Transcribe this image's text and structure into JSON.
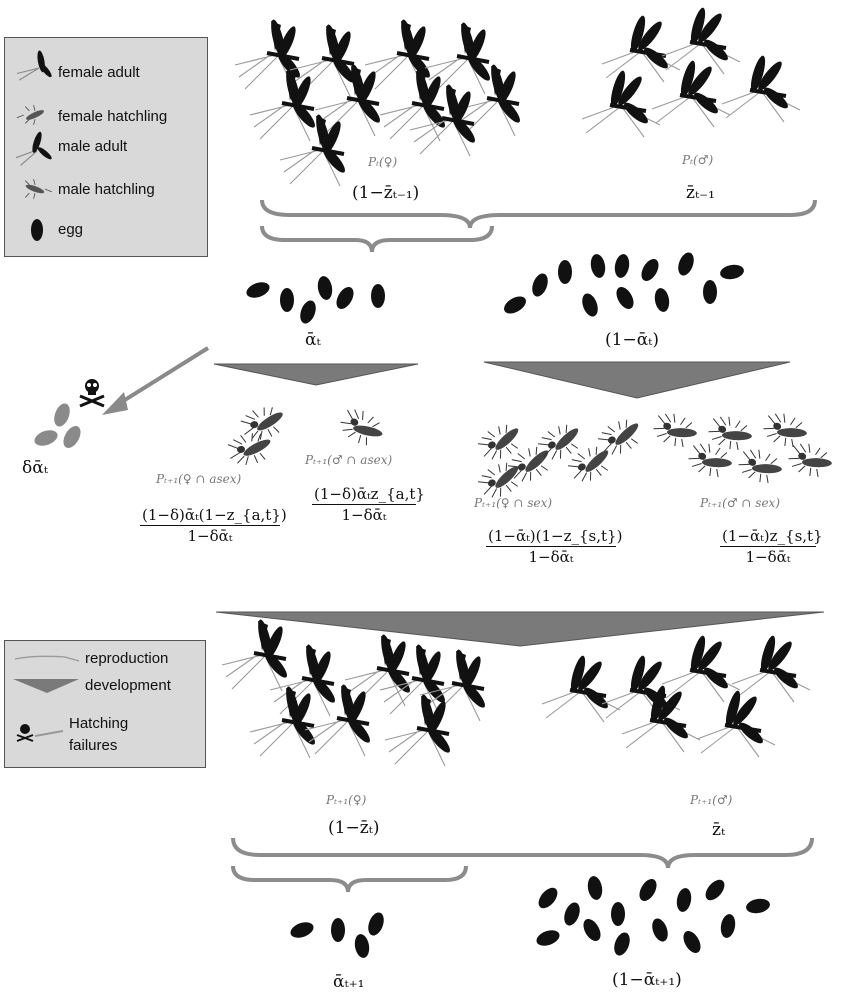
{
  "legend_top": {
    "items": [
      {
        "icon": "female-adult-icon",
        "label": "female adult"
      },
      {
        "icon": "female-hatchling-icon",
        "label": "female hatchling"
      },
      {
        "icon": "male-adult-icon",
        "label": "male adult"
      },
      {
        "icon": "male-hatchling-icon",
        "label": "male hatchling"
      },
      {
        "icon": "egg-icon",
        "label": "egg"
      }
    ]
  },
  "legend_bottom": {
    "items": [
      {
        "icon": "reproduction-line-icon",
        "label": "reproduction"
      },
      {
        "icon": "development-wedge-icon",
        "label": "development"
      },
      {
        "icon": "hatching-failure-icon",
        "label": "Hatching\nfailures"
      }
    ]
  },
  "generation_t": {
    "female_prob": "Pₜ(♀)",
    "female_freq": "(1−z̄ₜ₋₁)",
    "male_prob": "Pₜ(♂)",
    "male_freq": "z̄ₜ₋₁"
  },
  "eggs_t": {
    "asex_freq": "ᾱₜ",
    "sex_freq": "(1−ᾱₜ)",
    "hatch_fail": "δᾱₜ"
  },
  "hatchlings": {
    "f_asex_label": "Pₜ₊₁(♀ ∩ asex)",
    "f_asex_num": "(1−δ)ᾱₜ(1−z_{a,t})",
    "f_asex_den": "1−δᾱₜ",
    "m_asex_label": "Pₜ₊₁(♂ ∩ asex)",
    "m_asex_num": "(1−δ)ᾱₜz_{a,t}",
    "m_asex_den": "1−δᾱₜ",
    "f_sex_label": "Pₜ₊₁(♀ ∩ sex)",
    "f_sex_num": "(1−ᾱₜ)(1−z_{s,t})",
    "f_sex_den": "1−δᾱₜ",
    "m_sex_label": "Pₜ₊₁(♂ ∩ sex)",
    "m_sex_num": "(1−ᾱₜ)z_{s,t}",
    "m_sex_den": "1−δᾱₜ"
  },
  "generation_t1": {
    "female_prob": "Pₜ₊₁(♀)",
    "female_freq": "(1−z̄ₜ)",
    "male_prob": "Pₜ₊₁(♂)",
    "male_freq": "z̄ₜ"
  },
  "eggs_t1": {
    "asex_freq": "ᾱₜ₊₁",
    "sex_freq": "(1−ᾱₜ₊₁)"
  },
  "colors": {
    "legend_bg": "#d9d9d9",
    "insect": "#111111",
    "wedge": "#7a7a7a",
    "brace": "#8c8c8c",
    "repro_line": "#9a9a9a",
    "fail_egg": "#8a8a8a"
  }
}
